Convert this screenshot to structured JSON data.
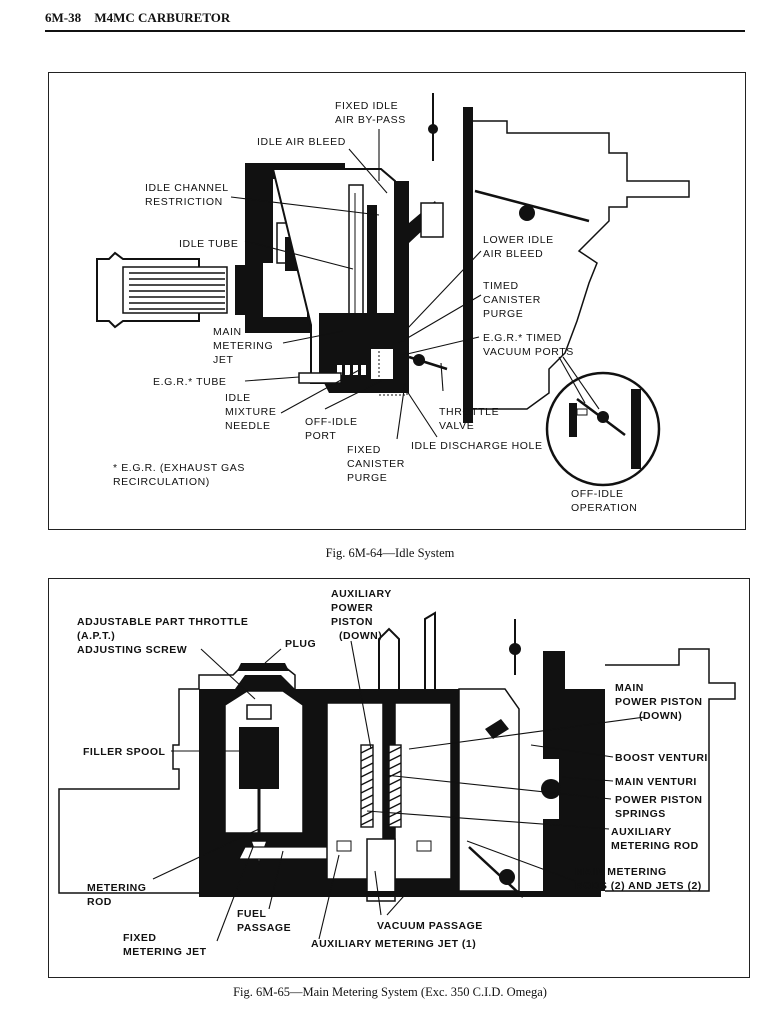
{
  "header": {
    "page_number": "6M-38",
    "section_title": "M4MC CARBURETOR"
  },
  "figure1": {
    "caption": "Fig. 6M-64—Idle System",
    "labels": {
      "fixed_idle_air_bypass": [
        "FIXED IDLE",
        "AIR BY-PASS"
      ],
      "idle_air_bleed": [
        "IDLE AIR BLEED"
      ],
      "idle_channel_restriction": [
        "IDLE CHANNEL",
        "RESTRICTION"
      ],
      "idle_tube": [
        "IDLE TUBE"
      ],
      "main_metering_jet": [
        "MAIN",
        "METERING",
        "JET"
      ],
      "egr_tube": [
        "E.G.R.* TUBE"
      ],
      "idle_mixture_needle": [
        "IDLE",
        "MIXTURE",
        "NEEDLE"
      ],
      "off_idle_port": [
        "OFF-IDLE",
        "PORT"
      ],
      "fixed_canister_purge": [
        "FIXED",
        "CANISTER",
        "PURGE"
      ],
      "egr_footnote": [
        "* E.G.R. (EXHAUST GAS",
        "RECIRCULATION)"
      ],
      "lower_idle_air_bleed": [
        "LOWER IDLE",
        "AIR BLEED"
      ],
      "timed_canister_purge": [
        "TIMED",
        "CANISTER",
        "PURGE"
      ],
      "egr_timed_vacuum_ports": [
        "E.G.R.* TIMED",
        "VACUUM PORTS"
      ],
      "throttle_valve": [
        "THROTTLE",
        "VALVE"
      ],
      "idle_discharge_hole": [
        "IDLE DISCHARGE HOLE"
      ],
      "off_idle_operation": [
        "OFF-IDLE",
        "OPERATION"
      ]
    }
  },
  "figure2": {
    "caption": "Fig. 6M-65—Main Metering System (Exc. 350 C.I.D. Omega)",
    "labels": {
      "apt_screw": [
        "ADJUSTABLE PART THROTTLE",
        "(A.P.T.)",
        "ADJUSTING SCREW"
      ],
      "auxiliary_power_piston": [
        "AUXILIARY",
        "POWER",
        "PISTON",
        "(DOWN)"
      ],
      "plug": [
        "PLUG"
      ],
      "filler_spool": [
        "FILLER SPOOL"
      ],
      "main_power_piston": [
        "MAIN",
        "POWER PISTON",
        "(DOWN)"
      ],
      "boost_venturi": [
        "BOOST VENTURI"
      ],
      "main_venturi": [
        "MAIN VENTURI"
      ],
      "power_piston_springs": [
        "POWER PISTON",
        "SPRINGS"
      ],
      "auxiliary_metering_rod": [
        "AUXILIARY",
        "METERING ROD"
      ],
      "main_metering_rods_jets": [
        "MAIN METERING",
        "RODS (2) AND JETS (2)"
      ],
      "metering_rod": [
        "METERING",
        "ROD"
      ],
      "fuel_passage": [
        "FUEL",
        "PASSAGE"
      ],
      "fixed_metering_jet": [
        "FIXED",
        "METERING JET"
      ],
      "vacuum_passage": [
        "VACUUM PASSAGE"
      ],
      "auxiliary_metering_jet": [
        "AUXILIARY METERING JET (1)"
      ]
    }
  }
}
